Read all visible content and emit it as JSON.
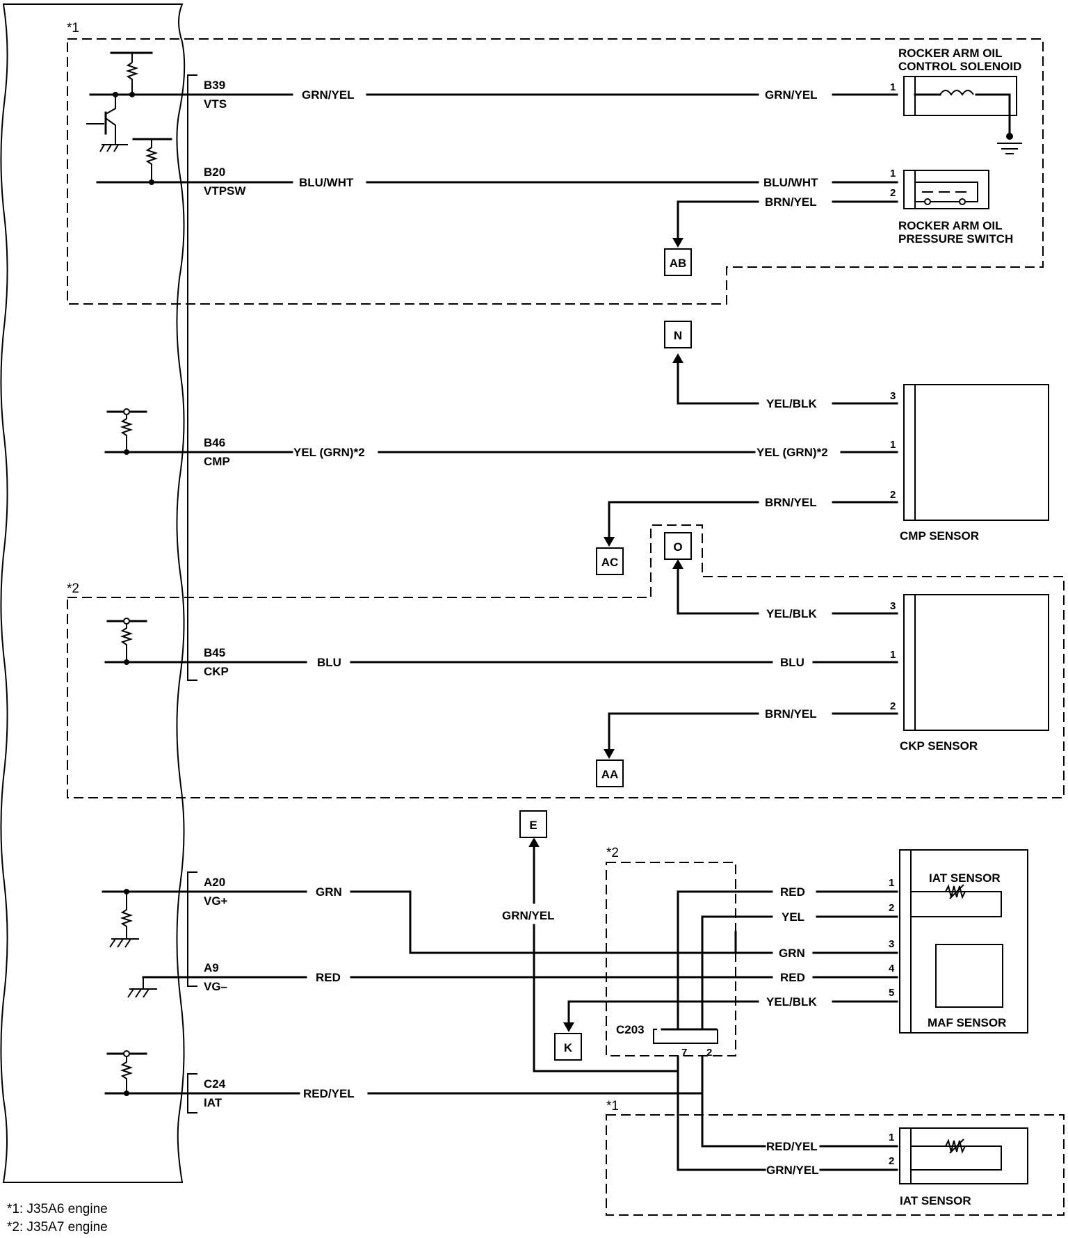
{
  "ecm_pins": [
    {
      "pin": "B39",
      "signal": "VTS"
    },
    {
      "pin": "B20",
      "signal": "VTPSW"
    },
    {
      "pin": "B46",
      "signal": "CMP"
    },
    {
      "pin": "B45",
      "signal": "CKP"
    },
    {
      "pin": "A20",
      "signal": "VG+"
    },
    {
      "pin": "A9",
      "signal": "VG–"
    },
    {
      "pin": "C24",
      "signal": "IAT"
    }
  ],
  "wires": {
    "vts_left": "GRN/YEL",
    "vts_right": "GRN/YEL",
    "vtpsw_left": "BLU/WHT",
    "vtpsw_right": "BLU/WHT",
    "vtpsw_gnd": "BRN/YEL",
    "cmp_sig": "YEL/BLK",
    "cmp_left": "YEL (GRN)*2",
    "cmp_right": "YEL (GRN)*2",
    "cmp_gnd": "BRN/YEL",
    "ckp_sig": "YEL/BLK",
    "ckp_left": "BLU",
    "ckp_right": "BLU",
    "ckp_gnd": "BRN/YEL",
    "vg_plus": "GRN",
    "vg_minus": "RED",
    "iat_red": "RED",
    "iat_yel": "YEL",
    "maf_grn": "GRN",
    "maf_red": "RED",
    "maf_yelblk": "YEL/BLK",
    "e_feed": "GRN/YEL",
    "iat_sig": "RED/YEL",
    "iat1_p1": "RED/YEL",
    "iat1_p2": "GRN/YEL"
  },
  "components": {
    "solenoid": [
      "ROCKER ARM OIL",
      "CONTROL SOLENOID"
    ],
    "pressure_switch": [
      "ROCKER ARM OIL",
      "PRESSURE SWITCH"
    ],
    "cmp_sensor": "CMP SENSOR",
    "ckp_sensor": "CKP SENSOR",
    "iat_sensor_a": "IAT SENSOR",
    "maf_sensor": "MAF SENSOR",
    "iat_sensor_b": "IAT SENSOR",
    "connector": "C203"
  },
  "references": {
    "ab": "AB",
    "n": "N",
    "ac": "AC",
    "o": "O",
    "aa": "AA",
    "e": "E",
    "k": "K"
  },
  "group_markers": {
    "g1_top": "*1",
    "g2_mid": "*2",
    "g2_bottom": "*2",
    "g1_bottom": "*1"
  },
  "pin_numbers": {
    "sol_1": "1",
    "sw_1": "1",
    "sw_2": "2",
    "cmp_3": "3",
    "cmp_1": "1",
    "cmp_2": "2",
    "ckp_3": "3",
    "ckp_1": "1",
    "ckp_2": "2",
    "maf_1": "1",
    "maf_2": "2",
    "maf_3": "3",
    "maf_4": "4",
    "maf_5": "5",
    "c203_7": "7",
    "c203_2": "2",
    "iatb_1": "1",
    "iatb_2": "2"
  },
  "footnotes": [
    "*1: J35A6 engine",
    "*2: J35A7 engine"
  ]
}
